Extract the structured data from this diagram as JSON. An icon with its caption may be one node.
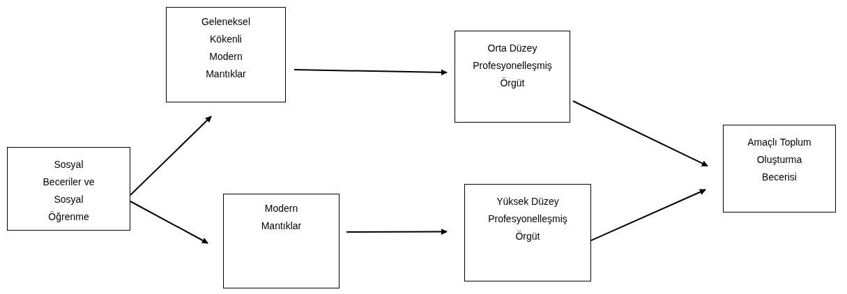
{
  "diagram": {
    "nodes": [
      {
        "text": [
          "Sosyal Beceriler ve Sosyal Öğrenme"
        ]
      },
      {
        "text": [
          "Geleneksel Kökenli Modern Mantıklar"
        ]
      },
      {
        "text": [
          "Modern Mantıklar"
        ]
      },
      {
        "text": [
          "Orta Düzey Profesyonelleşmiş Örgüt"
        ]
      },
      {
        "text": [
          "Yüksek Düzey Profesyonelleşmiş Örgüt"
        ]
      },
      {
        "text": [
          "Amaçlı Toplum Oluşturma Becerisi"
        ]
      }
    ],
    "edges": [
      {
        "from": 0,
        "to": 1,
        "arrow": "to"
      },
      {
        "from": 0,
        "to": 2,
        "arrow": "to"
      },
      {
        "from": 1,
        "to": 3,
        "arrow": "to"
      },
      {
        "from": 2,
        "to": 4,
        "arrow": "to"
      },
      {
        "from": 3,
        "to": 5,
        "arrow": "to"
      },
      {
        "from": 4,
        "to": 5,
        "arrow": "to"
      }
    ]
  }
}
